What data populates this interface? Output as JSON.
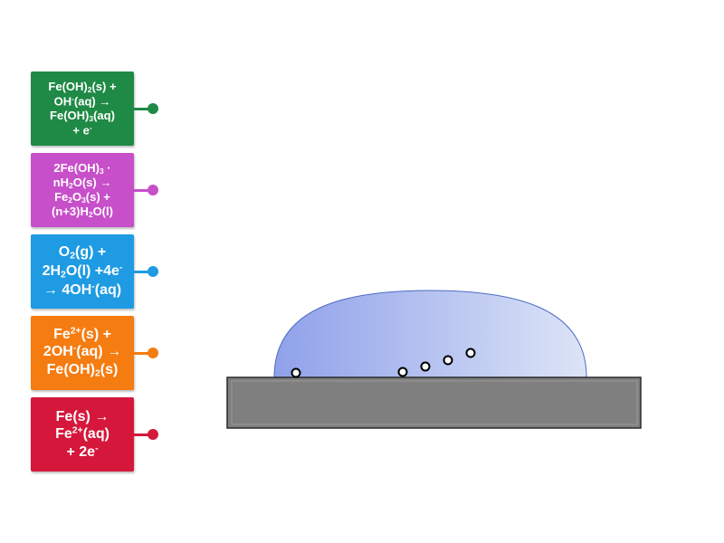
{
  "cards": [
    {
      "id": "fe-oh2-to-fe-oh3",
      "color": "#1f8a45",
      "size": "small",
      "lines": [
        [
          {
            "t": "Fe(OH)"
          },
          {
            "sub": "2"
          },
          {
            "t": "(s) +"
          }
        ],
        [
          {
            "t": "OH"
          },
          {
            "sup": "-"
          },
          {
            "t": "(aq) →"
          }
        ],
        [
          {
            "t": "Fe(OH)"
          },
          {
            "sub": "3"
          },
          {
            "t": "(aq)"
          }
        ],
        [
          {
            "t": "+ e"
          },
          {
            "sup": "-"
          }
        ]
      ]
    },
    {
      "id": "rust-formation",
      "color": "#c74fc9",
      "size": "small",
      "lines": [
        [
          {
            "t": "2Fe(OH)"
          },
          {
            "sub": "3"
          },
          {
            "t": " ·"
          }
        ],
        [
          {
            "t": "nH"
          },
          {
            "sub": "2"
          },
          {
            "t": "O(s) →"
          }
        ],
        [
          {
            "t": "Fe"
          },
          {
            "sub": "2"
          },
          {
            "t": "O"
          },
          {
            "sub": "3"
          },
          {
            "t": "(s) +"
          }
        ],
        [
          {
            "t": "(n+3)H"
          },
          {
            "sub": "2"
          },
          {
            "t": "O(l)"
          }
        ]
      ]
    },
    {
      "id": "oxygen-reduction",
      "color": "#1e9be3",
      "size": "large",
      "lines": [
        [
          {
            "t": "O"
          },
          {
            "sub": "2"
          },
          {
            "t": "(g) +"
          }
        ],
        [
          {
            "t": "2H"
          },
          {
            "sub": "2"
          },
          {
            "t": "O(l) +4e"
          },
          {
            "sup": "-"
          }
        ],
        [
          {
            "t": "→ 4OH"
          },
          {
            "sup": "-"
          },
          {
            "t": "(aq)"
          }
        ]
      ]
    },
    {
      "id": "fe2-hydroxide",
      "color": "#f57c11",
      "size": "large",
      "lines": [
        [
          {
            "t": "Fe"
          },
          {
            "sup": "2+"
          },
          {
            "t": "(s) +"
          }
        ],
        [
          {
            "t": "2OH"
          },
          {
            "sup": "-"
          },
          {
            "t": "(aq) →"
          }
        ],
        [
          {
            "t": "Fe(OH)"
          },
          {
            "sub": "2"
          },
          {
            "t": "(s)"
          }
        ]
      ]
    },
    {
      "id": "iron-oxidation",
      "color": "#d5173b",
      "size": "large",
      "lines": [
        [
          {
            "t": "Fe(s) →"
          }
        ],
        [
          {
            "t": "Fe"
          },
          {
            "sup": "2+"
          },
          {
            "t": "(aq)"
          }
        ],
        [
          {
            "t": "+ 2e"
          },
          {
            "sup": "-"
          }
        ]
      ]
    }
  ],
  "scene": {
    "plate_color": "#7f7f7f",
    "droplet_color_left": "#8fa1ea",
    "droplet_color_right": "#dde4f7",
    "marker_count": 5
  }
}
